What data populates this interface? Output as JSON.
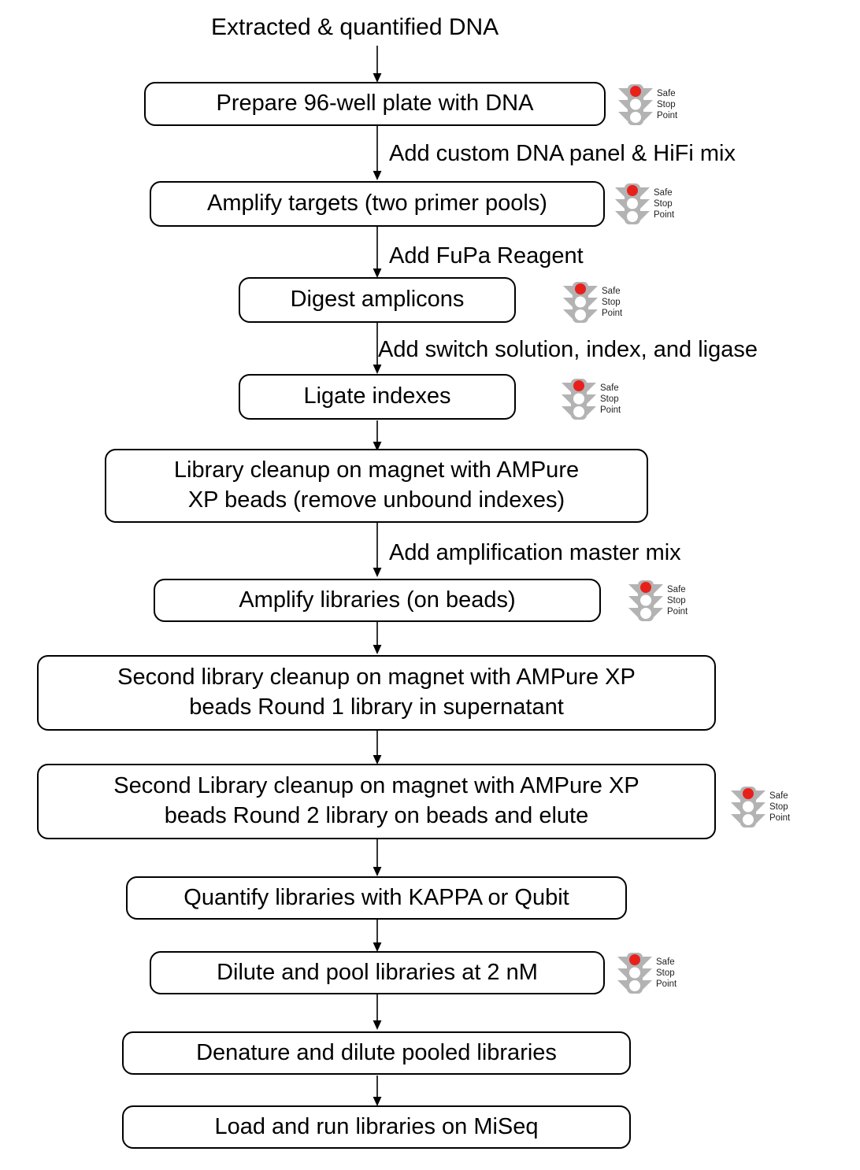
{
  "diagram": {
    "title": "Extracted & quantified DNA",
    "badge": {
      "icon": "traffic-light-icon",
      "lines": [
        "Safe",
        "Stop",
        "Point"
      ],
      "light_color": "#e8201c",
      "body_color": "#b3b3b3",
      "lamp_off_color": "#ffffff"
    },
    "nodes": [
      {
        "id": "prepare-plate",
        "label": "Prepare 96-well plate with DNA",
        "has_badge": true
      },
      {
        "id": "amplify-targets",
        "label": "Amplify targets (two primer pools)",
        "has_badge": true
      },
      {
        "id": "digest-amplicons",
        "label": "Digest amplicons",
        "has_badge": true
      },
      {
        "id": "ligate-indexes",
        "label": "Ligate indexes",
        "has_badge": true
      },
      {
        "id": "library-cleanup",
        "line1": "Library cleanup on magnet with AMPure",
        "line2": "XP beads (remove unbound indexes)",
        "has_badge": false
      },
      {
        "id": "amplify-libraries",
        "label": "Amplify libraries (on beads)",
        "has_badge": true
      },
      {
        "id": "second-cleanup-r1",
        "line1": "Second library cleanup on magnet with AMPure XP",
        "line2": "beads Round 1 library in supernatant",
        "has_badge": false
      },
      {
        "id": "second-cleanup-r2",
        "line1": "Second Library cleanup on magnet with AMPure XP",
        "line2": "beads Round 2 library on beads and elute",
        "has_badge": true
      },
      {
        "id": "quantify",
        "label": "Quantify libraries with KAPPA or Qubit",
        "has_badge": false
      },
      {
        "id": "dilute-pool",
        "label": "Dilute and pool libraries at 2 nM",
        "has_badge": true
      },
      {
        "id": "denature-dilute",
        "label": "Denature and dilute pooled libraries",
        "has_badge": false
      },
      {
        "id": "load-run",
        "label": "Load and run libraries on MiSeq",
        "has_badge": false
      }
    ],
    "edge_labels": [
      {
        "id": "edge-add-panel",
        "text": "Add custom DNA panel & HiFi mix"
      },
      {
        "id": "edge-add-fupa",
        "text": "Add FuPa Reagent"
      },
      {
        "id": "edge-add-switch",
        "text": "Add switch solution, index, and ligase"
      },
      {
        "id": "edge-add-amp-mix",
        "text": "Add amplification master mix"
      }
    ]
  }
}
